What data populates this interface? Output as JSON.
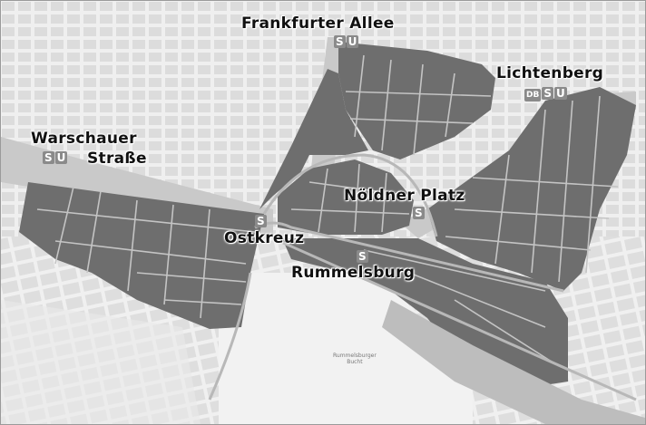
{
  "labels": {
    "frankfurter_allee": "Frankfurter Allee",
    "lichtenberg": "Lichtenberg",
    "warschauer_line1": "Warschauer",
    "warschauer_line2": "Straße",
    "noeldner_platz": "Nöldner Platz",
    "ostkreuz": "Ostkreuz",
    "rummelsburg": "Rummelsburg",
    "rummelsburger_bucht_1": "Rummelsburger",
    "rummelsburger_bucht_2": "Bucht"
  },
  "station_symbols": {
    "s": "S",
    "u": "U",
    "db": "DB"
  },
  "colors": {
    "district_fill": "#6e6e6e",
    "rail_band": "#c9c9c9",
    "street_bg": "#ececec",
    "block": "#d8d8d8",
    "water": "#d0d0d0"
  }
}
